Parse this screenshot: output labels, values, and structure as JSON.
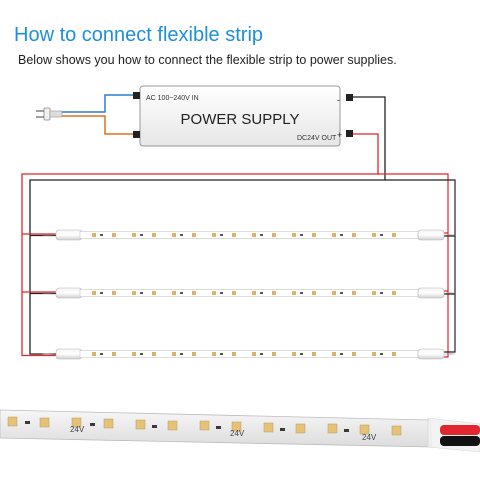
{
  "header": {
    "title": "How to connect flexible strip",
    "subtitle": "Below shows you how to connect the flexible strip to power supplies."
  },
  "power_supply": {
    "label": "POWER SUPPLY",
    "input_label": "AC 100~240V IN",
    "output_label": "DC24V OUT",
    "minus_sign": "-",
    "plus_sign": "+"
  },
  "strip": {
    "voltage_marking": "24V"
  },
  "colors": {
    "title_blue": "#1e90d6",
    "wire_red": "#e1262d",
    "wire_black": "#222222",
    "wire_blue": "#2a7fd4",
    "wire_orange": "#e07020"
  }
}
